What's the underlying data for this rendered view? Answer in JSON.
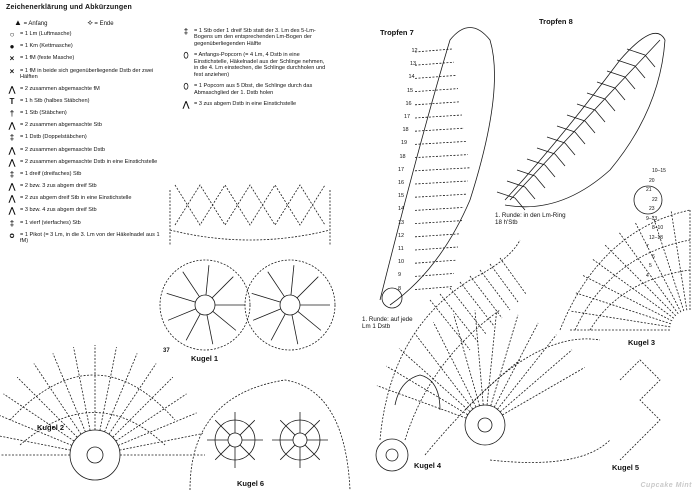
{
  "legend": {
    "title": "Zeichenerklärung und Abkürzungen",
    "start_label": "= Anfang",
    "end_label": "= Ende",
    "col1": [
      {
        "icon": "chain-oval-icon",
        "symbol": "○",
        "text": "= 1 Lm (Luftmasche)"
      },
      {
        "icon": "slip-stitch-icon",
        "symbol": "●",
        "text": "= 1 Km (Kettmasche)"
      },
      {
        "icon": "single-crochet-icon",
        "symbol": "×",
        "text": "= 1 fM (feste Masche)"
      },
      {
        "icon": "split-sc-icon",
        "symbol": "×",
        "text": "= 1 fM in beide sich gegenüberliegende Dstb der zwei Hälften"
      },
      {
        "icon": "sc2tog-icon",
        "symbol": "⋀",
        "text": "= 2 zusammen abgemaschte fM"
      },
      {
        "icon": "half-dc-icon",
        "symbol": "T",
        "text": "= 1 h Stb (halbes Stäbchen)"
      },
      {
        "icon": "dc-icon",
        "symbol": "†",
        "text": "= 1 Stb (Stäbchen)"
      },
      {
        "icon": "dc2tog-icon",
        "symbol": "⋀",
        "text": "= 2 zusammen abgemaschte Stb"
      },
      {
        "icon": "tr-icon",
        "symbol": "‡",
        "text": "= 1 Dstb (Doppelstäbchen)"
      },
      {
        "icon": "tr2tog-icon",
        "symbol": "⋀",
        "text": "= 2 zusammen abgemaschte Dstb"
      },
      {
        "icon": "tr2tog-same-icon",
        "symbol": "⋀",
        "text": "= 2 zusammen abgemaschte Dstb in eine Einstichstelle"
      },
      {
        "icon": "triple-tr-icon",
        "symbol": "‡",
        "text": "= 1 dreif (dreifaches) Stb"
      },
      {
        "icon": "dc3tog-icon",
        "symbol": "⋀",
        "text": "= 2 bzw. 3 zus abgem dreif Stb"
      },
      {
        "icon": "dc3tog-same-icon",
        "symbol": "⋀",
        "text": "= 2 zus abgem dreif Stb in eine Einstichstelle"
      },
      {
        "icon": "dc4tog-icon",
        "symbol": "⋀",
        "text": "= 3 bzw. 4 zus abgem dreif Stb"
      },
      {
        "icon": "quad-tr-icon",
        "symbol": "‡",
        "text": "= 1 vierf (vierfaches) Stb"
      },
      {
        "icon": "picot-icon",
        "symbol": "ᴑ",
        "text": "= 1 Pikot (= 3 Lm, in die 3. Lm von der Häkelnadel aus 1 fM)"
      }
    ],
    "col2": [
      {
        "icon": "dc-or-tr-icon",
        "symbol": "‡",
        "text": "= 1 Stb oder 1 dreif Stb statt der 3. Lm des 5-Lm-Bogens um den entsprechenden Lm-Bogen der gegenüberliegenden Hälfte"
      },
      {
        "icon": "popcorn-icon",
        "symbol": "⬯",
        "text": "= Anfangs-Popcorn (= 4 Lm, 4 Dstb in eine Einstichstelle, Häkelnadel aus der Schlinge nehmen, in die 4. Lm einstechen, die Schlinge durchholen und fest anziehen)"
      },
      {
        "icon": "popcorn-5-icon",
        "symbol": "⬯",
        "text": "= 1 Popcorn aus 5 Dbst, die Schlinge durch das Abmaschglied der 1. Dstb holen"
      },
      {
        "icon": "tr3tog-icon",
        "symbol": "⋀",
        "text": "= 3 zus abgem Dstb in eine Einstichstelle"
      }
    ]
  },
  "diagrams": {
    "kugel1": "Kugel 1",
    "kugel2": "Kugel 2",
    "kugel3": "Kugel 3",
    "kugel4": "Kugel 4",
    "kugel5": "Kugel 5",
    "kugel6": "Kugel 6",
    "tropfen7": "Tropfen 7",
    "tropfen8": "Tropfen 8",
    "note_tropfen8": "1. Runde: in den Lm-Ring 18 h'Stb",
    "note_tropfen7": "1. Runde: auf jede Lm 1 Dstb",
    "count37": "37",
    "row_numbers_t7": [
      "12",
      "13",
      "14",
      "15",
      "16",
      "17",
      "18",
      "19",
      "18",
      "17",
      "16",
      "15",
      "14",
      "13",
      "12",
      "11",
      "10",
      "9",
      "8"
    ],
    "row_numbers_k3": [
      "10–15",
      "20",
      "21",
      "22",
      "23",
      "9–13",
      "8–10",
      "12–18",
      "7",
      "6",
      "5",
      "4"
    ]
  },
  "watermark": "Cupcake Mint"
}
